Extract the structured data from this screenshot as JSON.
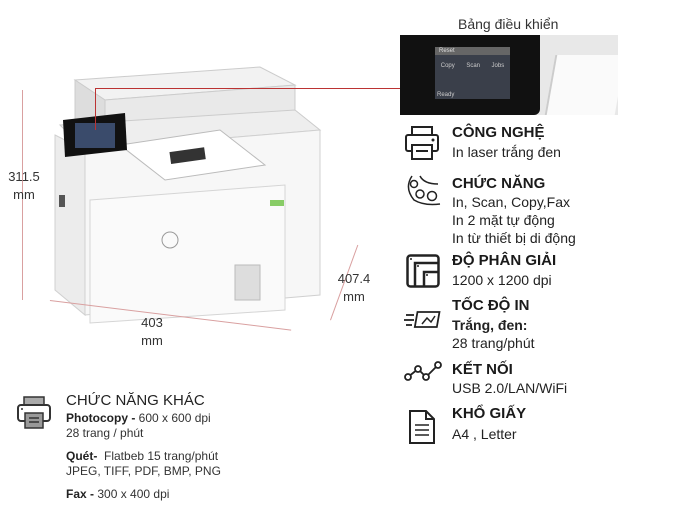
{
  "panel_caption": "Bảng điều khiển",
  "panel_screen": {
    "top_bar": "Reset",
    "icons": [
      "Copy",
      "Scan",
      "Jobs"
    ],
    "status": "Ready"
  },
  "dimensions": {
    "height": "311.5",
    "height_unit": "mm",
    "width": "403",
    "width_unit": "mm",
    "depth": "407.4",
    "depth_unit": "mm"
  },
  "specs": [
    {
      "icon": "printer-icon",
      "title": "CÔNG NGHỆ",
      "lines": [
        "In laser trắng đen"
      ]
    },
    {
      "icon": "gears-icon",
      "title": "CHỨC NĂNG",
      "lines": [
        "In, Scan, Copy,Fax",
        "In 2 mặt tự động",
        "In từ thiết bị di động"
      ]
    },
    {
      "icon": "resolution-icon",
      "title": "ĐỘ PHÂN GIẢI",
      "lines": [
        "1200 x 1200 dpi"
      ]
    },
    {
      "icon": "speed-icon",
      "title": "TỐC ĐỘ IN",
      "subtitle": "Trắng, đen:",
      "lines": [
        "28 trang/phút"
      ]
    },
    {
      "icon": "network-icon",
      "title": "KẾT NỐI",
      "lines": [
        "USB 2.0/LAN/WiFi"
      ]
    },
    {
      "icon": "paper-icon",
      "title": "KHỔ GIẤY",
      "lines": [
        "A4 , Letter"
      ]
    }
  ],
  "other": {
    "title": "CHỨC NĂNG KHÁC",
    "photocopy_label": "Photocopy -",
    "photocopy_value": " 600 x 600 dpi",
    "photocopy_speed": "28 trang / phút",
    "scan_label": "Quét-",
    "scan_value": "  Flatbeb 15 trang/phút",
    "scan_formats": "JPEG, TIFF, PDF, BMP, PNG",
    "fax_label": "Fax -",
    "fax_value": " 300 x 400 dpi"
  }
}
